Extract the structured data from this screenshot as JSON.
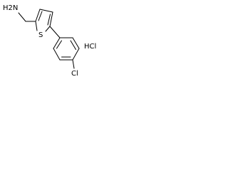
{
  "molecule": {
    "labels": {
      "amine": "H2N",
      "sulfur": "S",
      "chlorine": "Cl",
      "salt": "HCl"
    }
  },
  "colors": {
    "background": "#ffffff",
    "ink": "#000000"
  }
}
